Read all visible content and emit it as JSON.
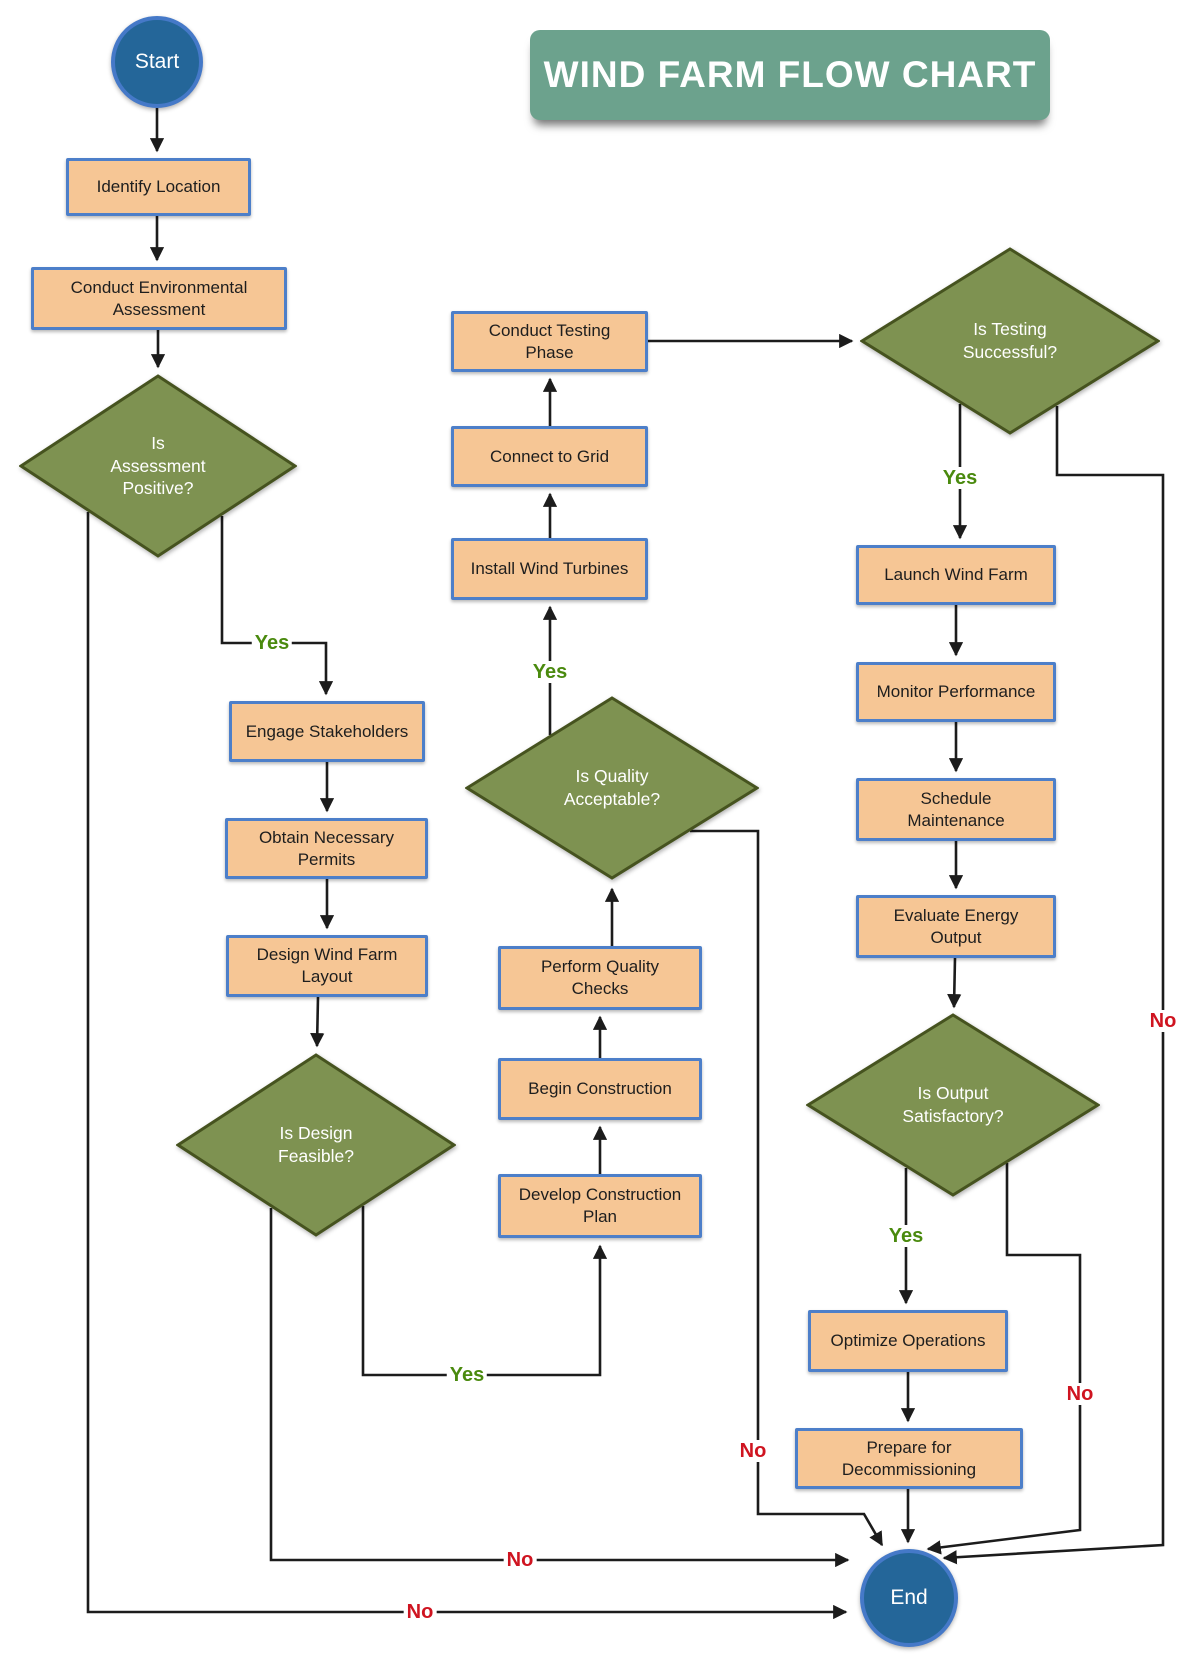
{
  "title": "WIND FARM FLOW CHART",
  "colors": {
    "process_fill": "#f6c695",
    "process_border": "#4d7fc9",
    "decision_fill": "#7e9251",
    "decision_border": "#46531f",
    "terminal_fill": "#246699",
    "terminal_border": "#4579c8",
    "title_bg": "#6ca28d",
    "title_text": "#ffffff",
    "yes_label": "#4a8a0e",
    "no_label": "#cf1420",
    "connector_line": "#1c1c1c"
  },
  "nodes": {
    "start": {
      "label": "Start",
      "type": "terminal"
    },
    "identify_location": {
      "label": "Identify Location",
      "type": "process"
    },
    "conduct_environmental_assessment": {
      "label": "Conduct Environmental\nAssessment",
      "type": "process"
    },
    "is_assessment_positive": {
      "label": "Is\nAssessment\nPositive?",
      "type": "decision"
    },
    "engage_stakeholders": {
      "label": "Engage Stakeholders",
      "type": "process"
    },
    "obtain_necessary_permits": {
      "label": "Obtain Necessary\nPermits",
      "type": "process"
    },
    "design_wind_farm_layout": {
      "label": "Design Wind Farm\nLayout",
      "type": "process"
    },
    "is_design_feasible": {
      "label": "Is Design\nFeasible?",
      "type": "decision"
    },
    "develop_construction_plan": {
      "label": "Develop Construction\nPlan",
      "type": "process"
    },
    "begin_construction": {
      "label": "Begin Construction",
      "type": "process"
    },
    "perform_quality_checks": {
      "label": "Perform Quality\nChecks",
      "type": "process"
    },
    "is_quality_acceptable": {
      "label": "Is Quality\nAcceptable?",
      "type": "decision"
    },
    "install_wind_turbines": {
      "label": "Install Wind Turbines",
      "type": "process"
    },
    "connect_to_grid": {
      "label": "Connect to Grid",
      "type": "process"
    },
    "conduct_testing_phase": {
      "label": "Conduct Testing\nPhase",
      "type": "process"
    },
    "is_testing_successful": {
      "label": "Is Testing\nSuccessful?",
      "type": "decision"
    },
    "launch_wind_farm": {
      "label": "Launch Wind Farm",
      "type": "process"
    },
    "monitor_performance": {
      "label": "Monitor Performance",
      "type": "process"
    },
    "schedule_maintenance": {
      "label": "Schedule\nMaintenance",
      "type": "process"
    },
    "evaluate_energy_output": {
      "label": "Evaluate Energy\nOutput",
      "type": "process"
    },
    "is_output_satisfactory": {
      "label": "Is Output\nSatisfactory?",
      "type": "decision"
    },
    "optimize_operations": {
      "label": "Optimize Operations",
      "type": "process"
    },
    "prepare_for_decommissioning": {
      "label": "Prepare for\nDecommissioning",
      "type": "process"
    },
    "end": {
      "label": "End",
      "type": "terminal"
    }
  },
  "edges": [
    {
      "from": "start",
      "to": "identify_location",
      "label": ""
    },
    {
      "from": "identify_location",
      "to": "conduct_environmental_assessment",
      "label": ""
    },
    {
      "from": "conduct_environmental_assessment",
      "to": "is_assessment_positive",
      "label": ""
    },
    {
      "from": "is_assessment_positive",
      "to": "engage_stakeholders",
      "label": "Yes"
    },
    {
      "from": "is_assessment_positive",
      "to": "end",
      "label": "No"
    },
    {
      "from": "engage_stakeholders",
      "to": "obtain_necessary_permits",
      "label": ""
    },
    {
      "from": "obtain_necessary_permits",
      "to": "design_wind_farm_layout",
      "label": ""
    },
    {
      "from": "design_wind_farm_layout",
      "to": "is_design_feasible",
      "label": ""
    },
    {
      "from": "is_design_feasible",
      "to": "develop_construction_plan",
      "label": "Yes"
    },
    {
      "from": "is_design_feasible",
      "to": "end",
      "label": "No"
    },
    {
      "from": "develop_construction_plan",
      "to": "begin_construction",
      "label": ""
    },
    {
      "from": "begin_construction",
      "to": "perform_quality_checks",
      "label": ""
    },
    {
      "from": "perform_quality_checks",
      "to": "is_quality_acceptable",
      "label": ""
    },
    {
      "from": "is_quality_acceptable",
      "to": "install_wind_turbines",
      "label": "Yes"
    },
    {
      "from": "is_quality_acceptable",
      "to": "end",
      "label": "No"
    },
    {
      "from": "install_wind_turbines",
      "to": "connect_to_grid",
      "label": ""
    },
    {
      "from": "connect_to_grid",
      "to": "conduct_testing_phase",
      "label": ""
    },
    {
      "from": "conduct_testing_phase",
      "to": "is_testing_successful",
      "label": ""
    },
    {
      "from": "is_testing_successful",
      "to": "launch_wind_farm",
      "label": "Yes"
    },
    {
      "from": "is_testing_successful",
      "to": "end",
      "label": "No"
    },
    {
      "from": "launch_wind_farm",
      "to": "monitor_performance",
      "label": ""
    },
    {
      "from": "monitor_performance",
      "to": "schedule_maintenance",
      "label": ""
    },
    {
      "from": "schedule_maintenance",
      "to": "evaluate_energy_output",
      "label": ""
    },
    {
      "from": "evaluate_energy_output",
      "to": "is_output_satisfactory",
      "label": ""
    },
    {
      "from": "is_output_satisfactory",
      "to": "optimize_operations",
      "label": "Yes"
    },
    {
      "from": "is_output_satisfactory",
      "to": "end",
      "label": "No"
    },
    {
      "from": "optimize_operations",
      "to": "prepare_for_decommissioning",
      "label": ""
    },
    {
      "from": "prepare_for_decommissioning",
      "to": "end",
      "label": ""
    }
  ]
}
